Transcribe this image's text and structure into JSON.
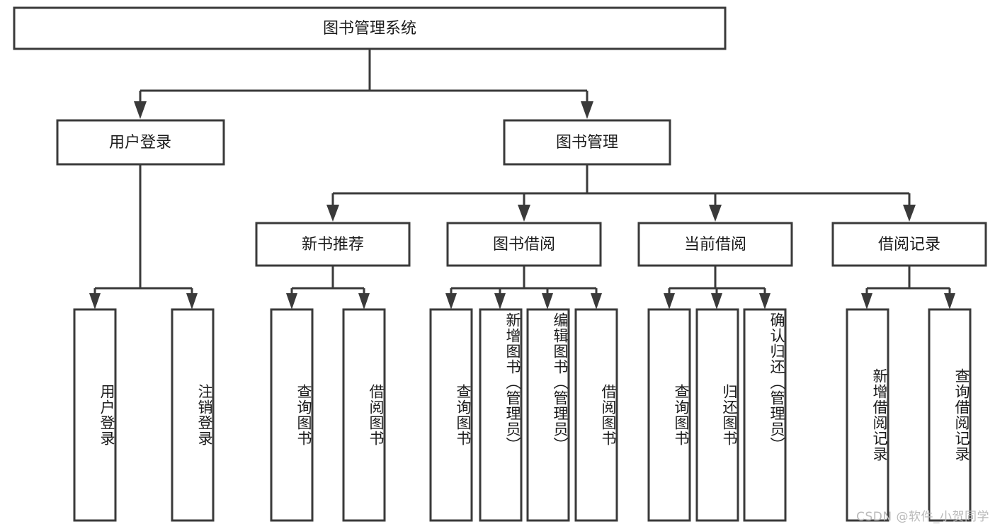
{
  "diagram": {
    "type": "tree-hierarchy",
    "title": "图书管理系统",
    "orientation": "top-down",
    "colors": {
      "box_fill": "#ffffff",
      "box_stroke": "#3a3a3a",
      "text": "#1b1b1b",
      "background": "#ffffff",
      "watermark": "#b9b9b9"
    },
    "root": {
      "label": "图书管理系统"
    },
    "level2": [
      {
        "id": "user-login",
        "label": "用户登录"
      },
      {
        "id": "book-management",
        "label": "图书管理"
      }
    ],
    "level3": [
      {
        "id": "new-book-recommend",
        "label": "新书推荐",
        "parent": "book-management"
      },
      {
        "id": "book-borrow",
        "label": "图书借阅",
        "parent": "book-management"
      },
      {
        "id": "current-borrow",
        "label": "当前借阅",
        "parent": "book-management"
      },
      {
        "id": "borrow-record",
        "label": "借阅记录",
        "parent": "book-management"
      }
    ],
    "leaves": {
      "user-login": [
        {
          "id": "leaf-user-login",
          "label": "用户登录"
        },
        {
          "id": "leaf-logout",
          "label": "注销登录"
        }
      ],
      "new-book-recommend": [
        {
          "id": "leaf-query-book-1",
          "label": "查询图书"
        },
        {
          "id": "leaf-borrow-book-1",
          "label": "借阅图书"
        }
      ],
      "book-borrow": [
        {
          "id": "leaf-query-book-2",
          "label": "查询图书"
        },
        {
          "id": "leaf-add-book",
          "label": "新增图书（管理员）"
        },
        {
          "id": "leaf-edit-book",
          "label": "编辑图书（管理员）"
        },
        {
          "id": "leaf-borrow-book-2",
          "label": "借阅图书"
        }
      ],
      "current-borrow": [
        {
          "id": "leaf-query-book-3",
          "label": "查询图书"
        },
        {
          "id": "leaf-return-book",
          "label": "归还图书"
        },
        {
          "id": "leaf-confirm-return",
          "label": "确认归还（管理员）"
        }
      ],
      "borrow-record": [
        {
          "id": "leaf-add-record",
          "label": "新增借阅记录"
        },
        {
          "id": "leaf-query-record",
          "label": "查询借阅记录"
        }
      ]
    }
  },
  "watermark": {
    "text": "CSDN @软件_小贺同学"
  }
}
